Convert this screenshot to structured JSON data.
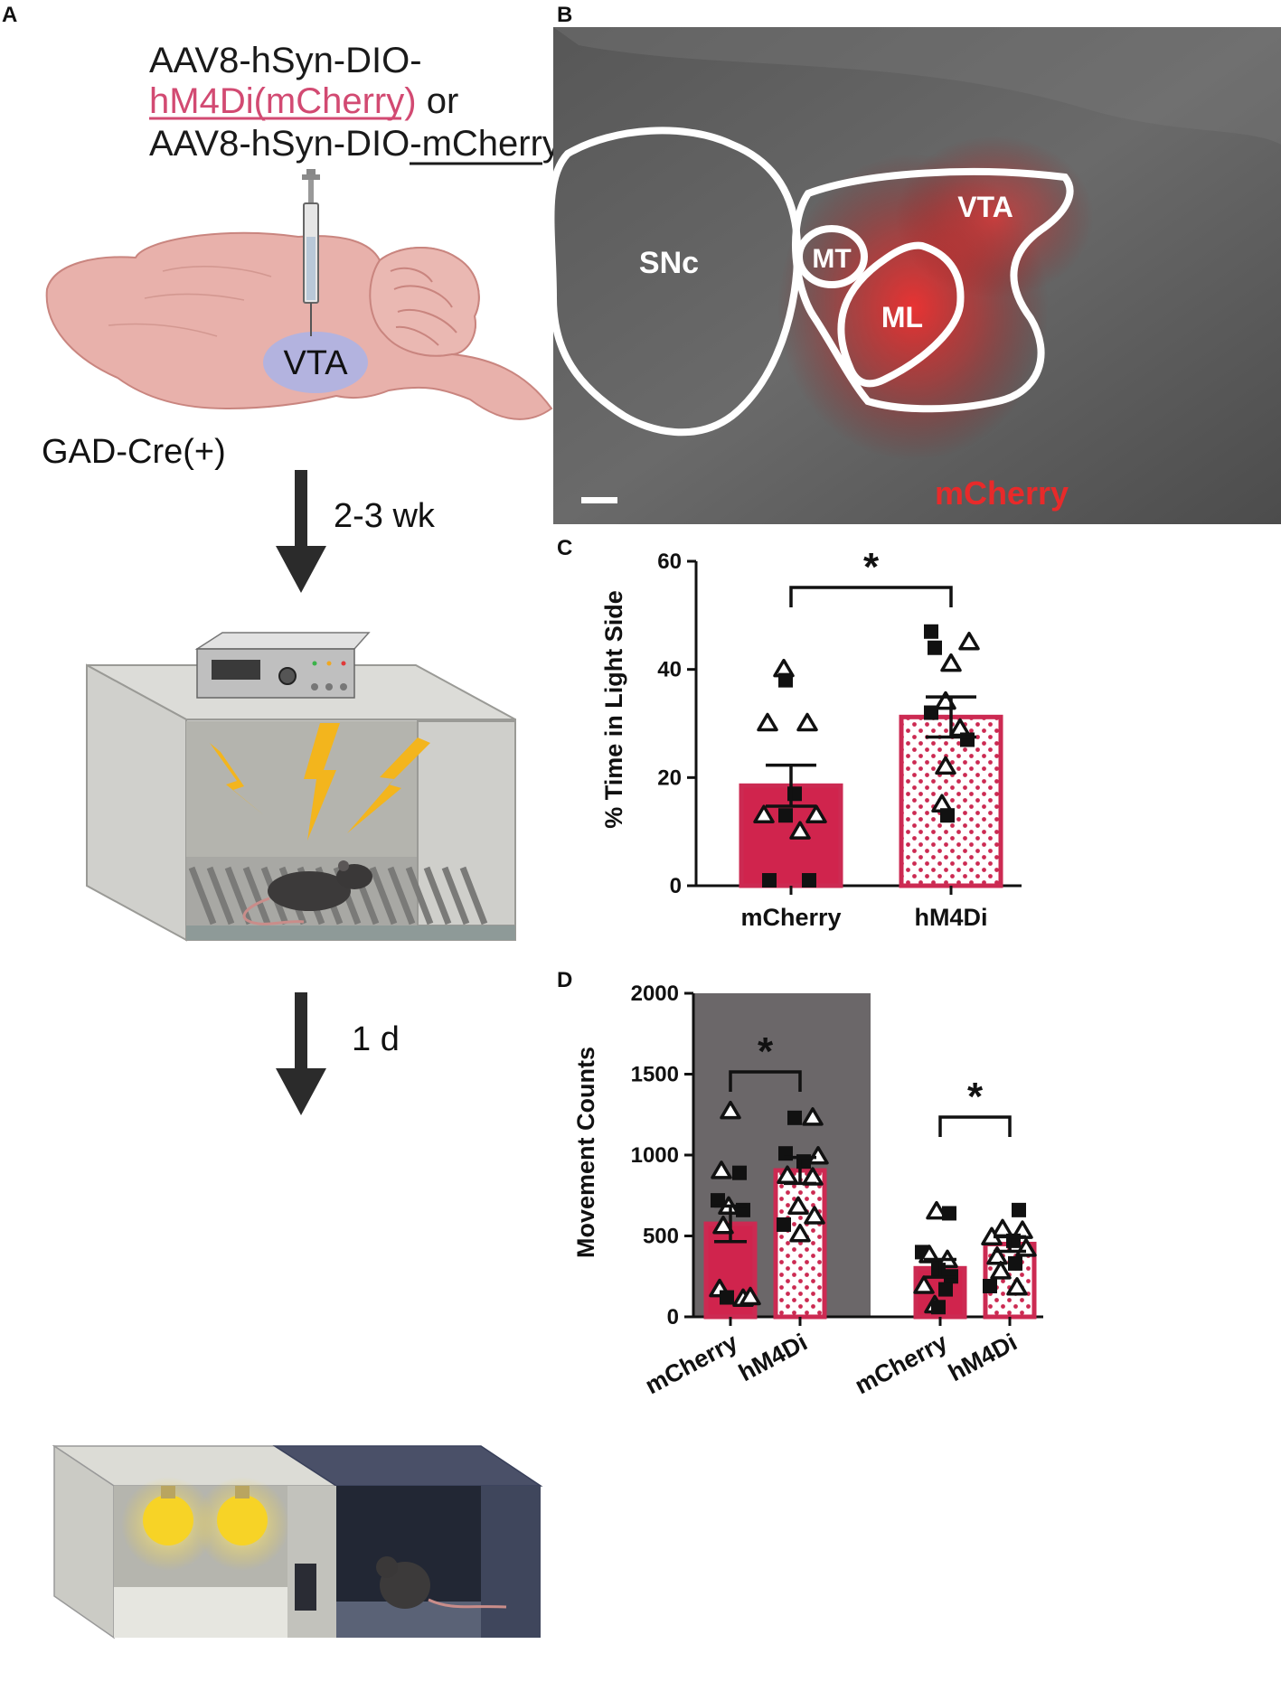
{
  "panels": {
    "a": {
      "letter": "A",
      "construct_line1": "AAV8-hSyn-DIO-",
      "construct_line2_highlight": "hM4Di(mCherry)",
      "construct_line2_rest": " or",
      "construct_line3_prefix": "AAV8-hSyn-DIO-",
      "construct_line3_underlined": "mCherry",
      "region_label": "VTA",
      "mouse_line": "GAD-Cre(+)",
      "step1_label": "2-3 wk",
      "step2_label": "1 d"
    },
    "b": {
      "letter": "B",
      "region_labels": {
        "snc": "SNc",
        "mt": "MT",
        "ml": "ML",
        "vta": "VTA"
      },
      "channel_label": "mCherry"
    },
    "c": {
      "letter": "C"
    },
    "d": {
      "letter": "D"
    }
  },
  "colors": {
    "mcherry_bar": "#d0244d",
    "hm4di_bar": "#cc2a52",
    "highlight_text": "#d24a72",
    "brain": "#e8b1ab",
    "vta_ellipse": "#b3b3df",
    "dark_phase": "#6b6769",
    "arrow": "#2b2b2b",
    "bolt": "#f3b51d",
    "bulb": "#f7d326"
  },
  "chart_data": [
    {
      "type": "bar",
      "panel": "C",
      "categories": [
        "mCherry",
        "hM4Di"
      ],
      "values": [
        18.5,
        31.2
      ],
      "sem": [
        3.8,
        3.7
      ],
      "ylabel": "% Time in Light Side",
      "ylim": [
        0,
        60
      ],
      "yticks": [
        0,
        20,
        40,
        60
      ],
      "fill_patterns": [
        "solid",
        "dotted"
      ],
      "significance": [
        {
          "pair": [
            0,
            1
          ],
          "label": "*"
        }
      ],
      "points": [
        [
          {
            "v": 40,
            "m": "triangle",
            "o": -8
          },
          {
            "v": 38,
            "m": "square",
            "o": -6
          },
          {
            "v": 30,
            "m": "triangle",
            "o": -26
          },
          {
            "v": 30,
            "m": "triangle",
            "o": 18
          },
          {
            "v": 17,
            "m": "square",
            "o": 4
          },
          {
            "v": 13,
            "m": "triangle",
            "o": -30
          },
          {
            "v": 13,
            "m": "triangle",
            "o": 28
          },
          {
            "v": 13,
            "m": "square",
            "o": -6
          },
          {
            "v": 10,
            "m": "triangle",
            "o": 10
          },
          {
            "v": 1,
            "m": "square",
            "o": -24
          },
          {
            "v": 1,
            "m": "square",
            "o": 20
          }
        ],
        [
          {
            "v": 47,
            "m": "square",
            "o": -22
          },
          {
            "v": 44,
            "m": "square",
            "o": -18
          },
          {
            "v": 45,
            "m": "triangle",
            "o": 20
          },
          {
            "v": 41,
            "m": "triangle",
            "o": 0
          },
          {
            "v": 34,
            "m": "triangle",
            "o": -6
          },
          {
            "v": 32,
            "m": "square",
            "o": -22
          },
          {
            "v": 29,
            "m": "triangle",
            "o": 10
          },
          {
            "v": 27,
            "m": "square",
            "o": 18
          },
          {
            "v": 22,
            "m": "triangle",
            "o": -6
          },
          {
            "v": 15,
            "m": "triangle",
            "o": -10
          },
          {
            "v": 13,
            "m": "square",
            "o": -4
          }
        ]
      ]
    },
    {
      "type": "bar",
      "panel": "D",
      "categories": [
        "mCherry",
        "hM4Di",
        "mCherry",
        "hM4Di"
      ],
      "values": [
        575,
        905,
        300,
        450
      ],
      "sem": [
        110,
        80,
        55,
        45
      ],
      "ylabel": "Movement Counts",
      "ylim": [
        0,
        2000
      ],
      "yticks": [
        0,
        500,
        1000,
        1500,
        2000
      ],
      "fill_patterns": [
        "solid",
        "dotted",
        "solid",
        "dotted"
      ],
      "shaded_categories": [
        0,
        1
      ],
      "significance": [
        {
          "pair": [
            0,
            1
          ],
          "label": "*"
        },
        {
          "pair": [
            2,
            3
          ],
          "label": "*"
        }
      ],
      "points": [
        [
          {
            "v": 1270,
            "m": "triangle",
            "o": 0
          },
          {
            "v": 900,
            "m": "triangle",
            "o": -10
          },
          {
            "v": 890,
            "m": "square",
            "o": 10
          },
          {
            "v": 720,
            "m": "square",
            "o": -14
          },
          {
            "v": 680,
            "m": "triangle",
            "o": -2
          },
          {
            "v": 660,
            "m": "square",
            "o": 14
          },
          {
            "v": 560,
            "m": "triangle",
            "o": -8
          },
          {
            "v": 170,
            "m": "triangle",
            "o": -12
          },
          {
            "v": 120,
            "m": "square",
            "o": -4
          },
          {
            "v": 110,
            "m": "triangle",
            "o": 14
          },
          {
            "v": 120,
            "m": "triangle",
            "o": 22
          }
        ],
        [
          {
            "v": 1230,
            "m": "square",
            "o": -6
          },
          {
            "v": 1230,
            "m": "triangle",
            "o": 14
          },
          {
            "v": 1010,
            "m": "square",
            "o": -16
          },
          {
            "v": 990,
            "m": "triangle",
            "o": 20
          },
          {
            "v": 960,
            "m": "square",
            "o": 4
          },
          {
            "v": 870,
            "m": "triangle",
            "o": -14
          },
          {
            "v": 860,
            "m": "triangle",
            "o": 14
          },
          {
            "v": 680,
            "m": "triangle",
            "o": -2
          },
          {
            "v": 620,
            "m": "triangle",
            "o": 16
          },
          {
            "v": 570,
            "m": "square",
            "o": -18
          },
          {
            "v": 510,
            "m": "triangle",
            "o": 0
          }
        ],
        [
          {
            "v": 650,
            "m": "triangle",
            "o": -4
          },
          {
            "v": 640,
            "m": "square",
            "o": 10
          },
          {
            "v": 400,
            "m": "square",
            "o": -20
          },
          {
            "v": 380,
            "m": "triangle",
            "o": -12
          },
          {
            "v": 350,
            "m": "triangle",
            "o": 8
          },
          {
            "v": 290,
            "m": "square",
            "o": -2
          },
          {
            "v": 250,
            "m": "square",
            "o": 12
          },
          {
            "v": 190,
            "m": "triangle",
            "o": -18
          },
          {
            "v": 170,
            "m": "square",
            "o": 6
          },
          {
            "v": 70,
            "m": "triangle",
            "o": -6
          },
          {
            "v": 60,
            "m": "square",
            "o": -2
          }
        ],
        [
          {
            "v": 660,
            "m": "square",
            "o": 10
          },
          {
            "v": 540,
            "m": "triangle",
            "o": -8
          },
          {
            "v": 530,
            "m": "triangle",
            "o": 14
          },
          {
            "v": 490,
            "m": "triangle",
            "o": -20
          },
          {
            "v": 470,
            "m": "square",
            "o": 4
          },
          {
            "v": 420,
            "m": "triangle",
            "o": 18
          },
          {
            "v": 370,
            "m": "triangle",
            "o": -14
          },
          {
            "v": 330,
            "m": "square",
            "o": 6
          },
          {
            "v": 280,
            "m": "triangle",
            "o": -10
          },
          {
            "v": 190,
            "m": "square",
            "o": -22
          },
          {
            "v": 180,
            "m": "triangle",
            "o": 8
          }
        ]
      ]
    }
  ]
}
